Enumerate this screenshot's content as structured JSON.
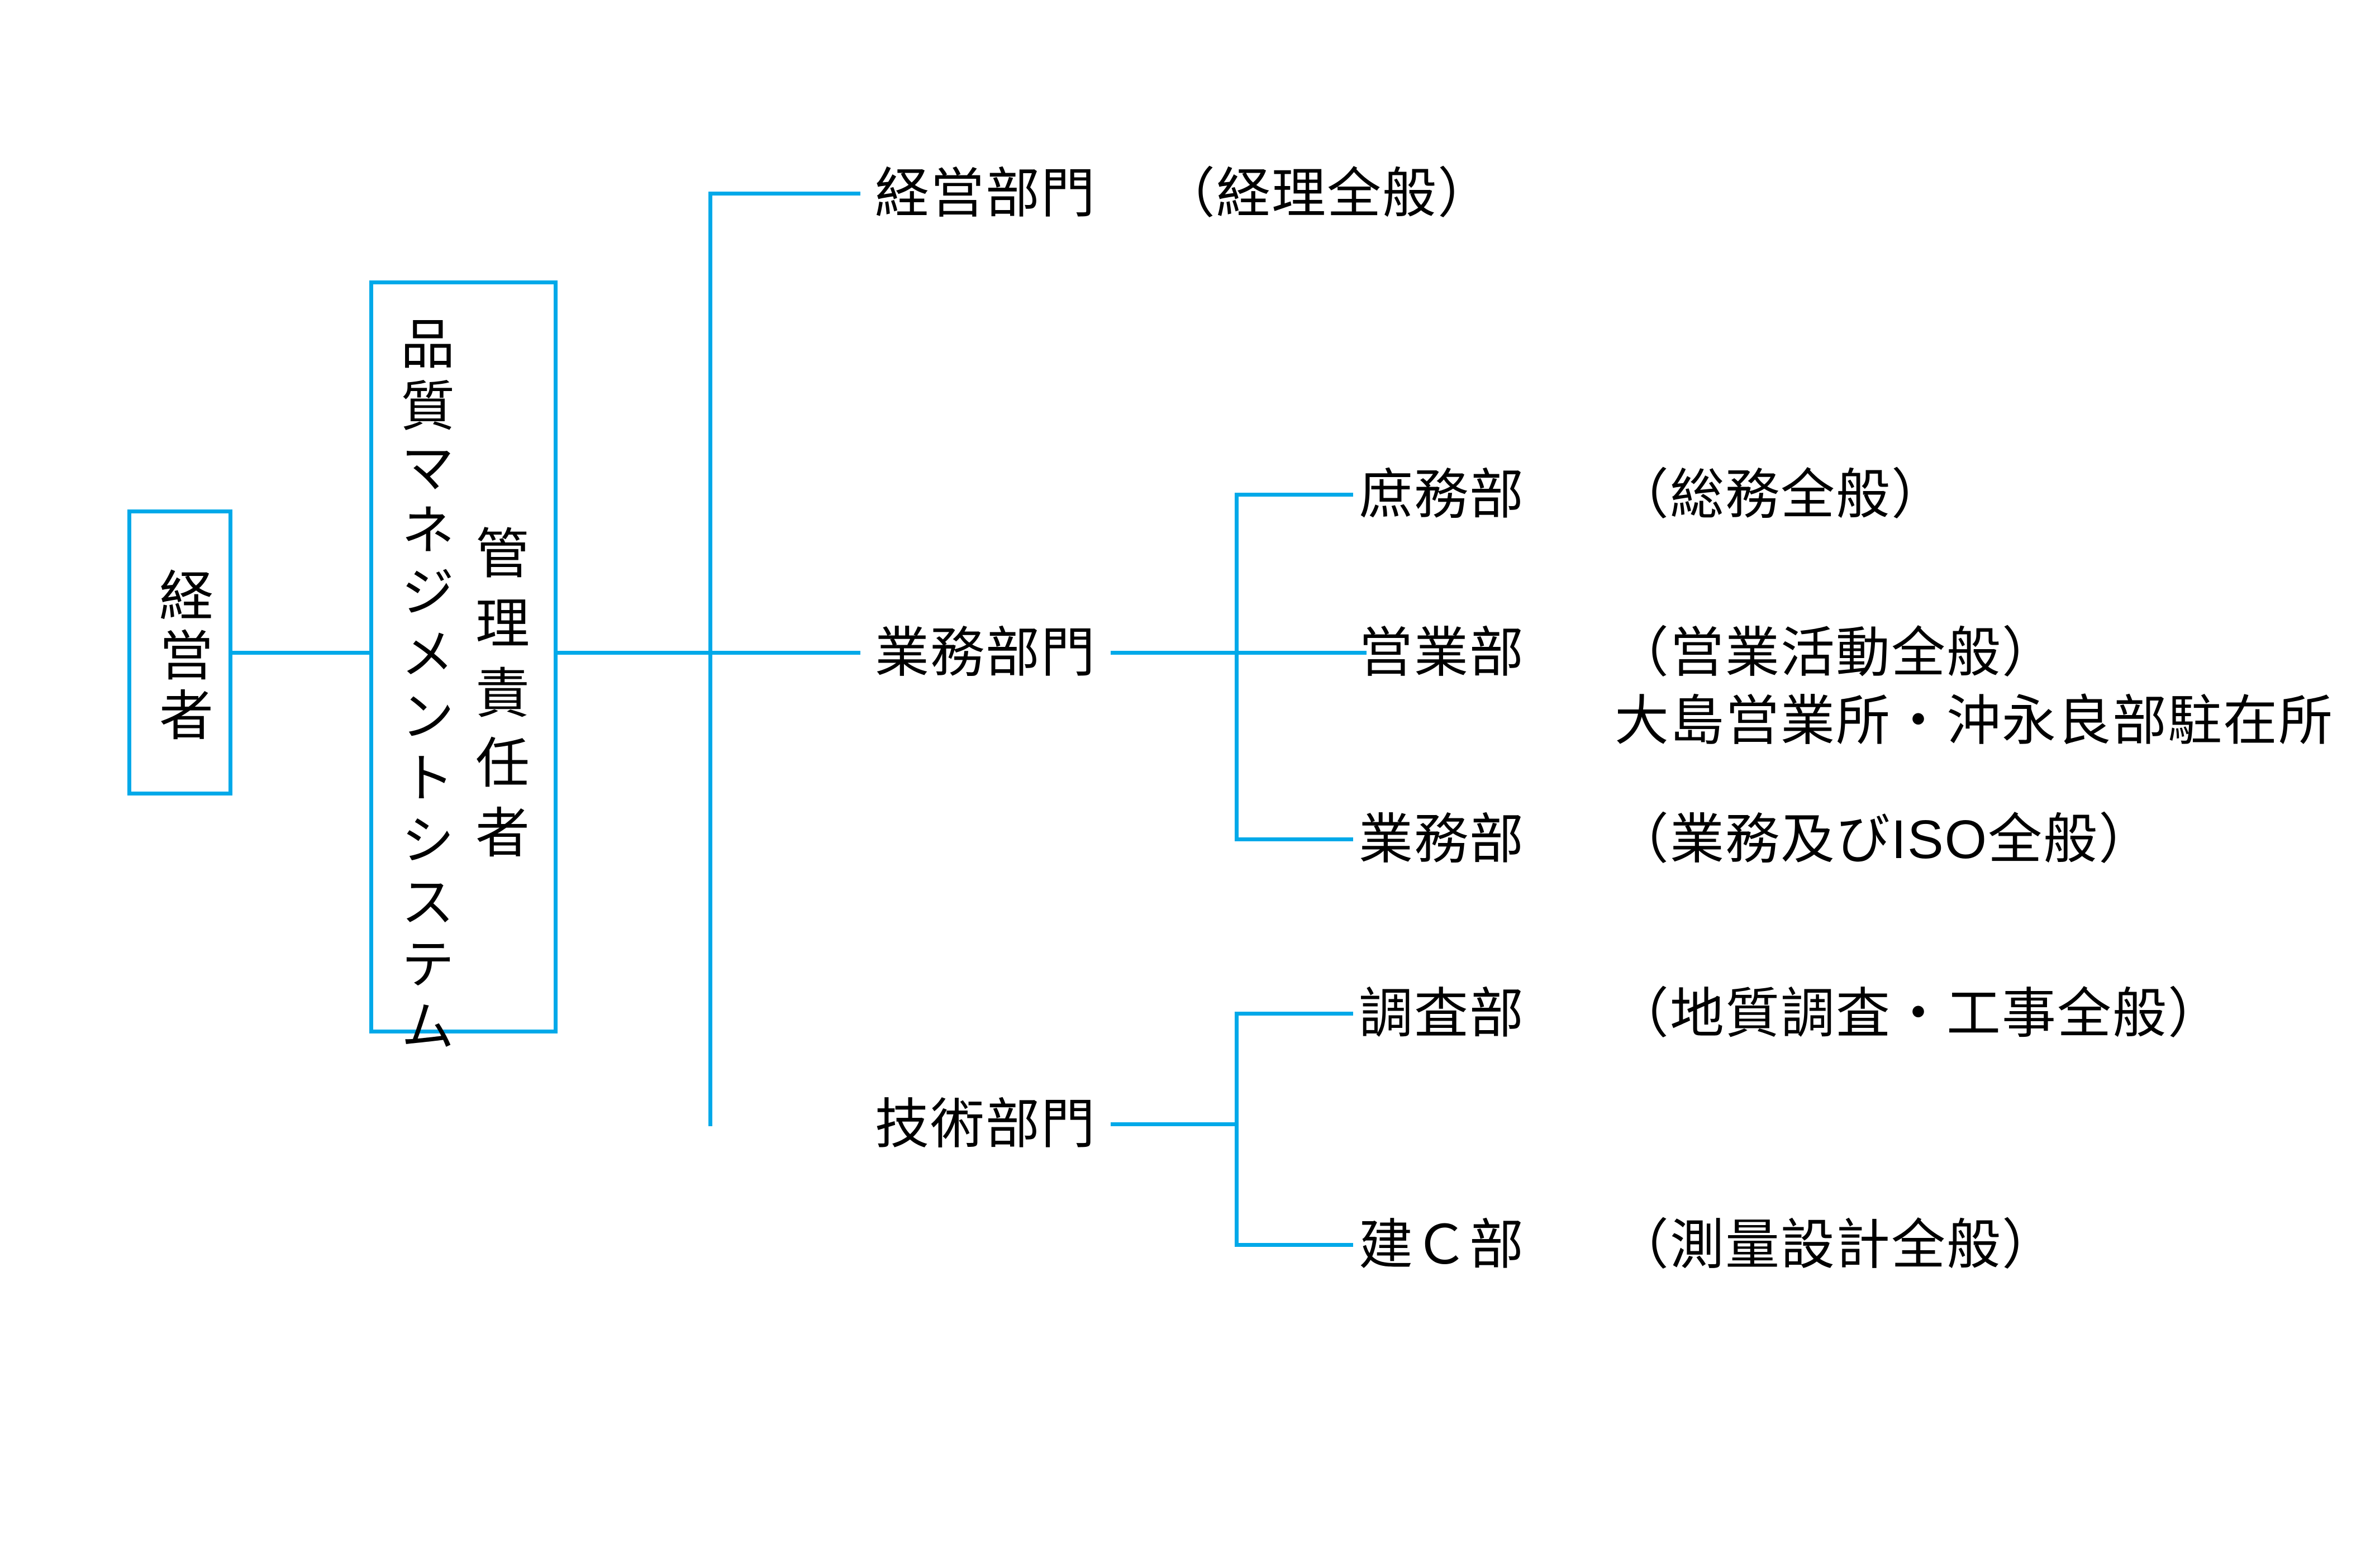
{
  "diagram": {
    "root": {
      "label": "経営者"
    },
    "qms": {
      "title": "品質マネジメントシステム",
      "subtitle": "管理責任者"
    },
    "branches": [
      {
        "label": "経営部門",
        "note": "（経理全般）",
        "children": []
      },
      {
        "label": "業務部門",
        "children": [
          {
            "label": "庶務部",
            "note": "（総務全般）"
          },
          {
            "label": "営業部",
            "note": "（営業活動全般）",
            "note2": "大島営業所・沖永良部駐在所"
          },
          {
            "label": "業務部",
            "note": "（業務及びISO全般）"
          }
        ]
      },
      {
        "label": "技術部門",
        "children": [
          {
            "label": "調査部",
            "note": "（地質調査・工事全般）"
          },
          {
            "label": "建Ｃ部",
            "note": "（測量設計全般）"
          }
        ]
      }
    ],
    "colors": {
      "line_blue": "#00A9E9",
      "text": "#000000",
      "background": "#FFFFFF"
    }
  }
}
